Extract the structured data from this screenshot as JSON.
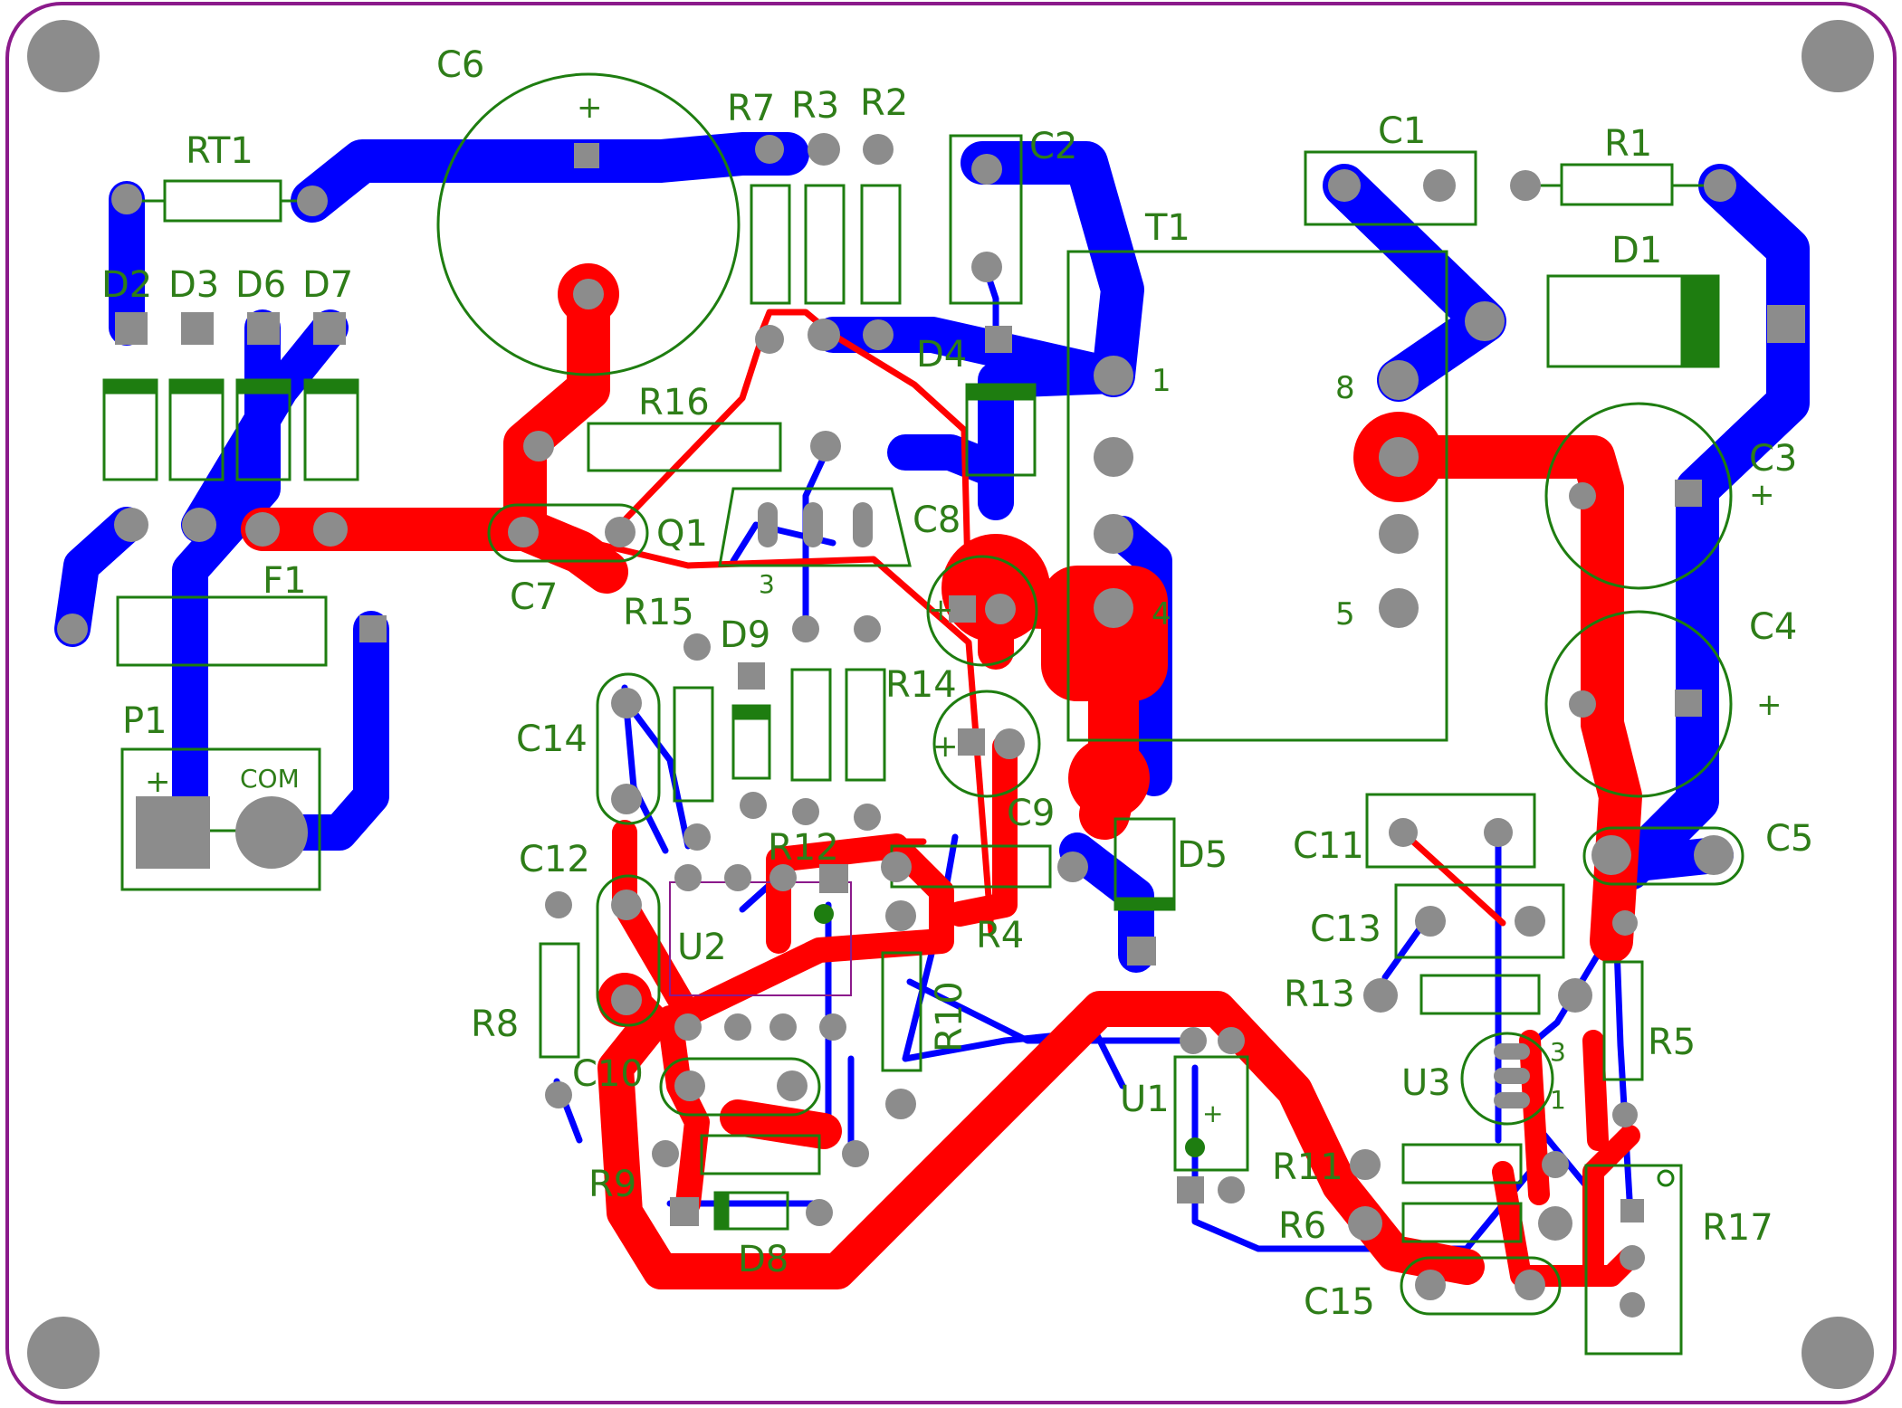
{
  "colors": {
    "board_outline": "#8b1a8b",
    "top_copper": "#ff0000",
    "bottom_copper": "#0000ff",
    "silkscreen": "#1e7d10",
    "pad": "#8c8c8c",
    "board_fill": "#ffffff"
  },
  "labels": {
    "RT1": "RT1",
    "C6": "C6",
    "R7": "R7",
    "R3": "R3",
    "R2": "R2",
    "C2": "C2",
    "C1": "C1",
    "R1": "R1",
    "T1": "T1",
    "D1": "D1",
    "D2": "D2",
    "D3": "D3",
    "D6": "D6",
    "D7": "D7",
    "D4": "D4",
    "R16": "R16",
    "Q1": "Q1",
    "C7": "C7",
    "C8": "C8",
    "C3": "C3",
    "C4": "C4",
    "F1": "F1",
    "R15": "R15",
    "D9": "D9",
    "R14": "R14",
    "P1": "P1",
    "COM": "COM",
    "C14": "C14",
    "C9": "C9",
    "C12": "C12",
    "R12": "R12",
    "D5": "D5",
    "C11": "C11",
    "C5": "C5",
    "U2": "U2",
    "R4": "R4",
    "C13": "C13",
    "R13": "R13",
    "R8": "R8",
    "R10": "R10",
    "R5": "R5",
    "U3": "U3",
    "C10": "C10",
    "U1": "U1",
    "R11": "R11",
    "R9": "R9",
    "R6": "R6",
    "R17": "R17",
    "D8": "D8",
    "C15": "C15"
  },
  "pin_marks": {
    "t1_pin1": "1",
    "t1_pin8": "8",
    "t1_pin4": "4",
    "t1_pin5": "5",
    "q1_pin3": "3",
    "u3_pin3": "3",
    "u3_pin1": "1",
    "plus": "+"
  }
}
